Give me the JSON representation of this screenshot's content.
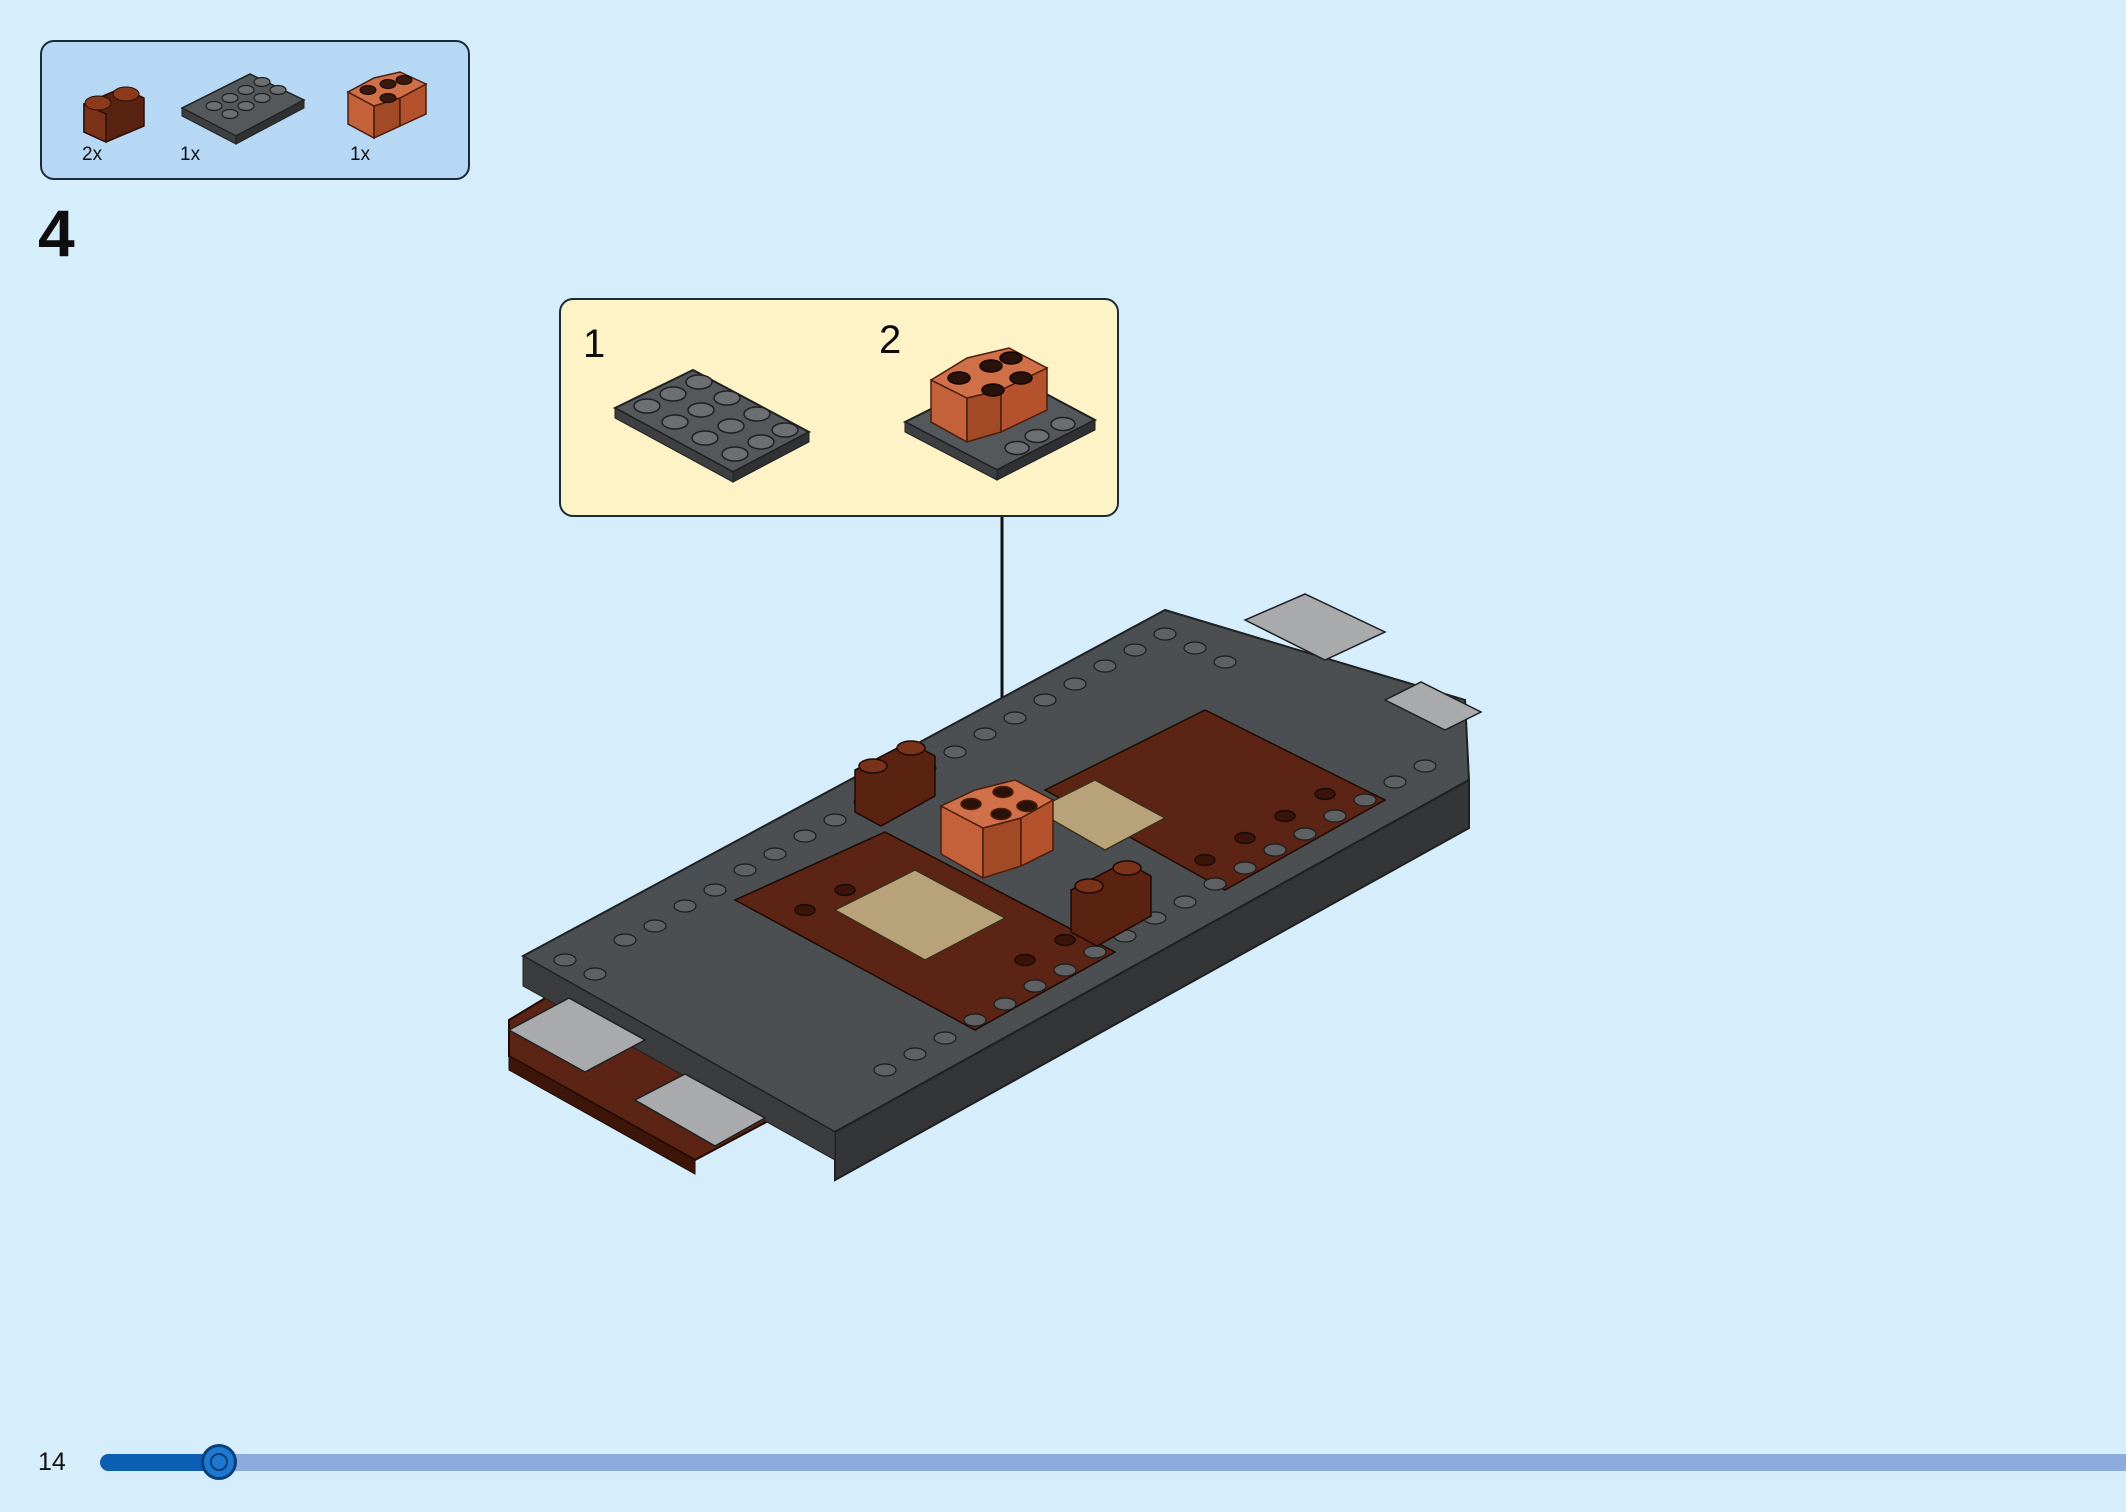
{
  "parts_list": {
    "items": [
      {
        "qty": "2x",
        "icon": "brown-curved-brick-icon",
        "color": "#6b2a12"
      },
      {
        "qty": "1x",
        "icon": "dark-gray-plate-2x4-icon",
        "color": "#4a4c4f"
      },
      {
        "qty": "1x",
        "icon": "orange-corner-brick-icon",
        "color": "#b5522e"
      }
    ]
  },
  "step": {
    "number": "4"
  },
  "sub_assembly": {
    "steps": [
      {
        "number": "1",
        "icon": "dark-gray-plate-2x4-icon"
      },
      {
        "number": "2",
        "icon": "plate-with-corner-bricks-icon"
      }
    ]
  },
  "footer": {
    "page_number": "14",
    "progress": 0.05
  },
  "colors": {
    "background": "#d6edfb",
    "parts_box": "#b6d8f4",
    "sub_box": "#fdf3c7",
    "progress_track": "#8dabdc",
    "progress_fill": "#0b5eb1"
  }
}
